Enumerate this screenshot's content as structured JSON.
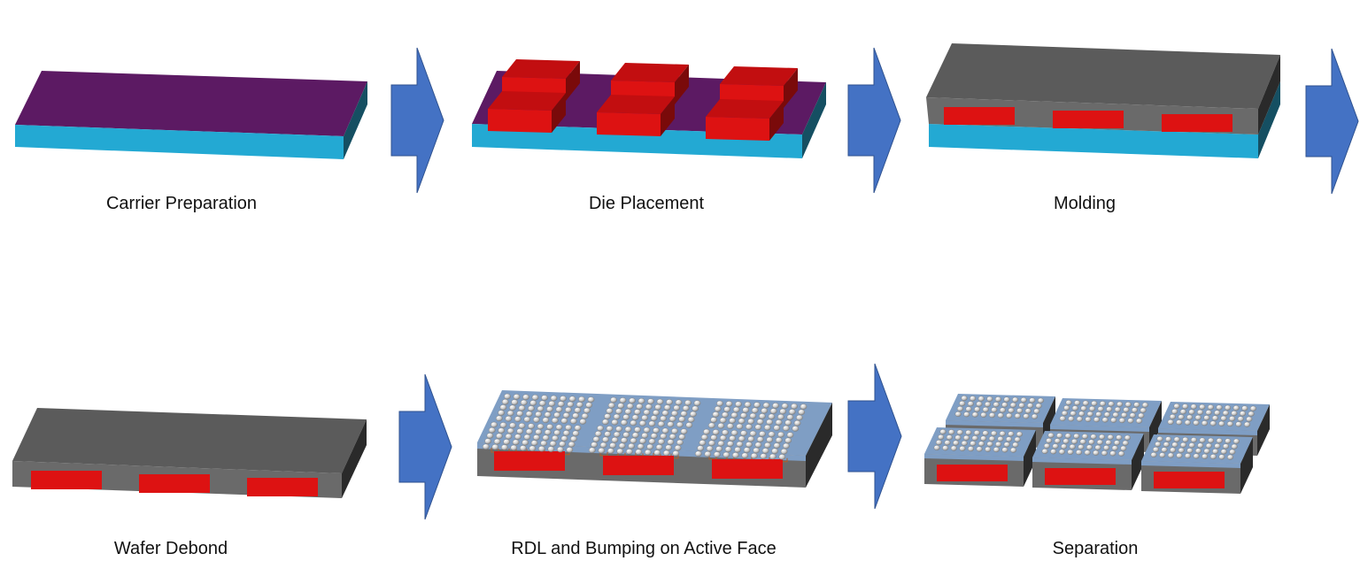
{
  "steps": [
    {
      "label": "Carrier Preparation"
    },
    {
      "label": "Die Placement"
    },
    {
      "label": "Molding"
    },
    {
      "label": "Wafer Debond"
    },
    {
      "label": "RDL and Bumping on Active Face"
    },
    {
      "label": "Separation"
    }
  ],
  "colors": {
    "carrier_top": "#5c1a63",
    "carrier_front": "#23a9d3",
    "carrier_side": "#154f62",
    "die_top": "#c20e10",
    "die_front": "#dd1212",
    "die_side": "#7a0a0a",
    "mold_top": "#5b5b5b",
    "mold_front": "#6a6a6a",
    "mold_side": "#2a2a2a",
    "rdl_top": "#7f9ec4",
    "arrow": "#4472c4",
    "arrow_stroke": "#2f528f",
    "bump": "#c9c9c9"
  }
}
